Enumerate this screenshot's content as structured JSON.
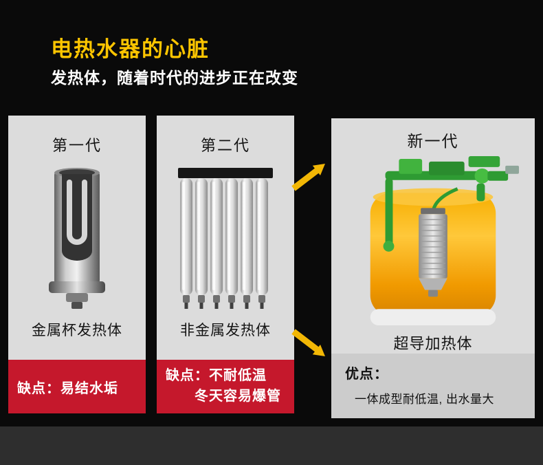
{
  "header": {
    "title": "电热水器的心脏",
    "subtitle": "发热体，随着时代的进步正在改变"
  },
  "generations": [
    {
      "label": "第一代",
      "product": "金属杯发热体",
      "image": "metal-cup-heating-element",
      "note_lines": [
        "缺点：易结水垢"
      ]
    },
    {
      "label": "第二代",
      "product": "非金属发热体",
      "image": "glass-tube-heating-element",
      "note_lines": [
        "缺点：不耐低温",
        "冬天容易爆管"
      ]
    },
    {
      "label": "新一代",
      "product": "超导加热体",
      "image": "superconducting-heater-tank",
      "note_label": "优点：",
      "note_text": "一体成型耐低温, 出水量大"
    }
  ],
  "colors": {
    "background": "#0a0a0a",
    "title_yellow": "#fdc500",
    "arrow_yellow": "#f2b705",
    "panel_gray": "#dcdcdc",
    "advantage_gray": "#cccccc",
    "disadvantage_red": "#c5182c",
    "footer_strip": "#2e2e2e"
  }
}
